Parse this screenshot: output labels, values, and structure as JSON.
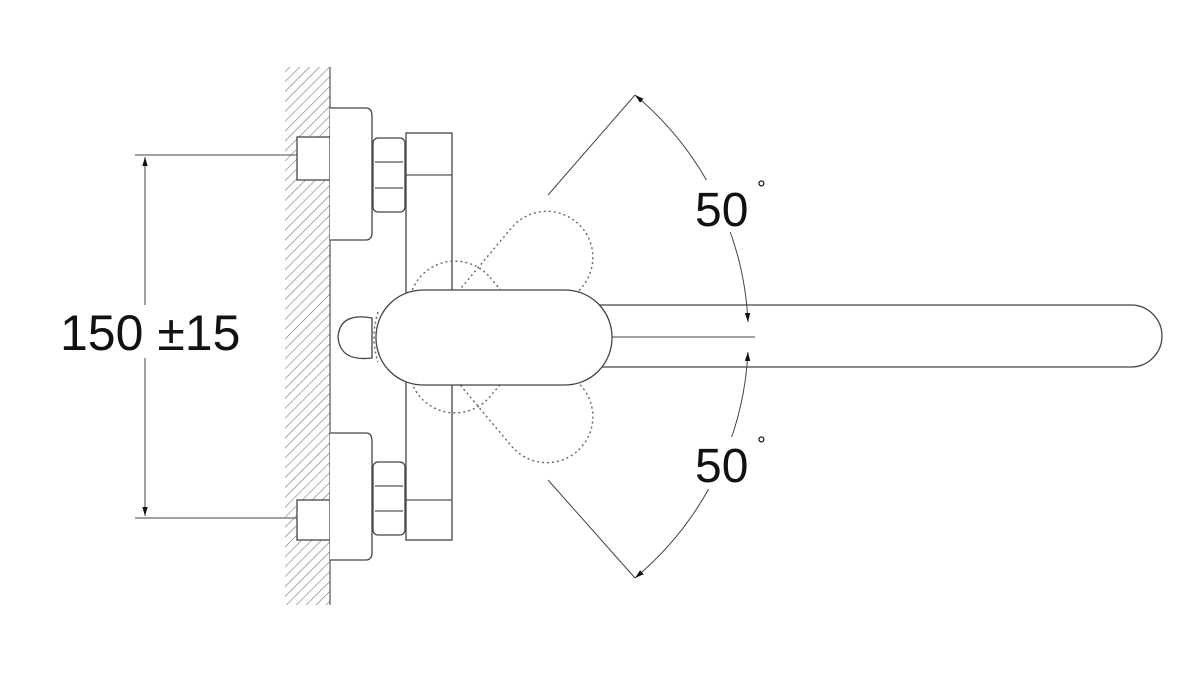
{
  "drawing": {
    "spacing_dimension": "150 ±15",
    "upper_angle": "50",
    "lower_angle": "50",
    "degree_symbol": "°"
  }
}
